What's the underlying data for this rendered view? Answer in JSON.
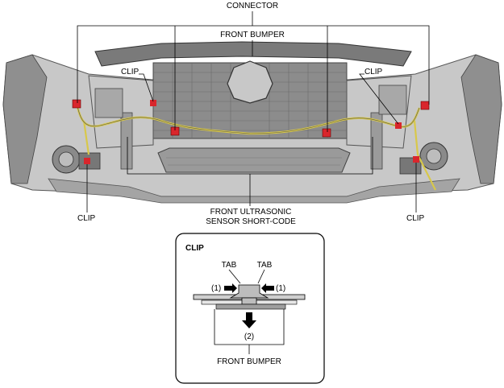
{
  "diagram": {
    "top_labels": {
      "connector": "CONNECTOR",
      "front_bumper": "FRONT BUMPER"
    },
    "clip_labels": {
      "upper_left": "CLIP",
      "upper_right": "CLIP",
      "lower_left": "CLIP",
      "lower_right": "CLIP"
    },
    "sensor_label": {
      "line1": "FRONT ULTRASONIC",
      "line2": "SENSOR SHORT-CODE"
    },
    "detail": {
      "title": "CLIP",
      "tab_left": "TAB",
      "tab_right": "TAB",
      "step1_left": "(1)",
      "step1_right": "(1)",
      "step2": "(2)",
      "bottom_label": "FRONT BUMPER"
    },
    "colors": {
      "connector_red": "#d9262c",
      "harness_yellow": "#d8c84a",
      "bumper_gray": "#b9b9b9"
    }
  }
}
